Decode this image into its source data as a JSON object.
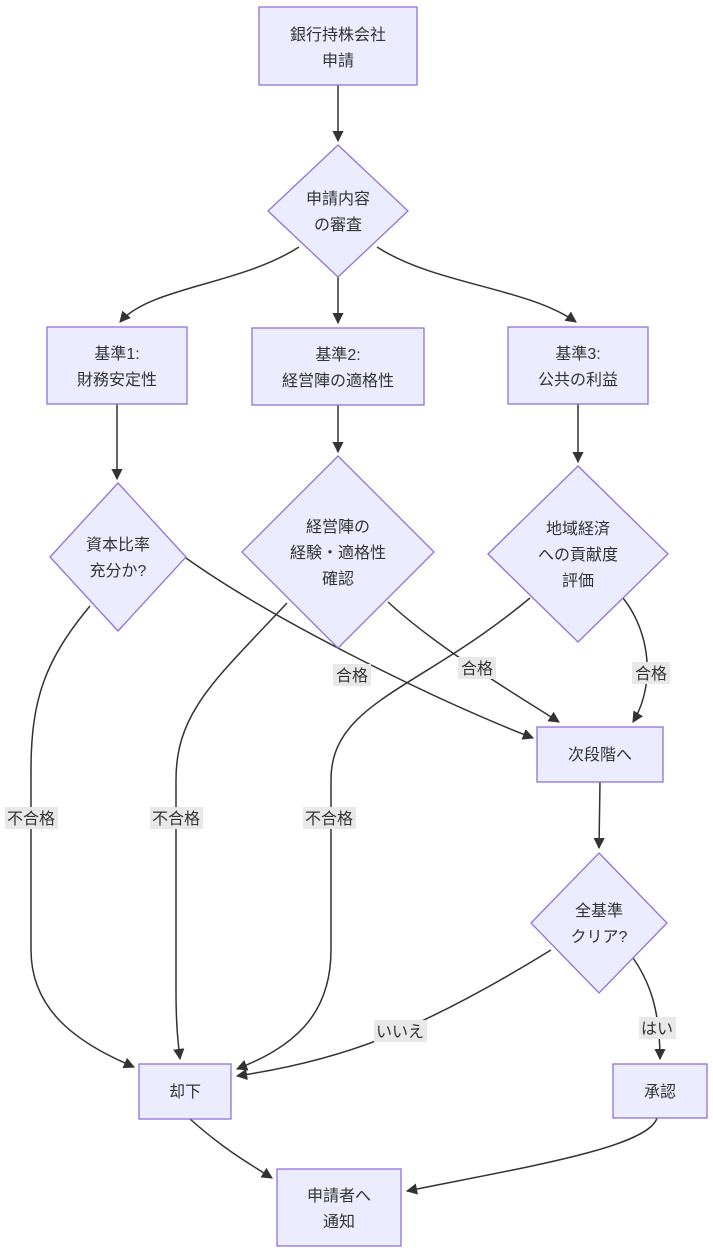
{
  "diagram": {
    "type": "flowchart",
    "nodes": {
      "application": {
        "lines": [
          "銀行持株会社",
          "申請"
        ]
      },
      "review": {
        "lines": [
          "申請内容",
          "の審査"
        ]
      },
      "criterion1": {
        "lines": [
          "基準1:",
          "財務安定性"
        ]
      },
      "criterion2": {
        "lines": [
          "基準2:",
          "経営陣の適格性"
        ]
      },
      "criterion3": {
        "lines": [
          "基準3:",
          "公共の利益"
        ]
      },
      "capital": {
        "lines": [
          "資本比率",
          "充分か?"
        ]
      },
      "management": {
        "lines": [
          "経営陣の",
          "経験・適格性",
          "確認"
        ]
      },
      "regional": {
        "lines": [
          "地域経済",
          "への貢献度",
          "評価"
        ]
      },
      "next_stage": {
        "lines": [
          "次段階へ"
        ]
      },
      "all_criteria": {
        "lines": [
          "全基準",
          "クリア?"
        ]
      },
      "reject": {
        "lines": [
          "却下"
        ]
      },
      "approve": {
        "lines": [
          "承認"
        ]
      },
      "notify": {
        "lines": [
          "申請者へ",
          "通知"
        ]
      }
    },
    "edge_labels": {
      "pass1": "合格",
      "pass2": "合格",
      "pass3": "合格",
      "fail1": "不合格",
      "fail2": "不合格",
      "fail3": "不合格",
      "no": "いいえ",
      "yes": "はい"
    },
    "colors": {
      "node_fill": "#ececff",
      "node_border": "#9370db",
      "edge": "#333333",
      "label_bg": "#e8e8e8",
      "text": "#333333"
    }
  }
}
